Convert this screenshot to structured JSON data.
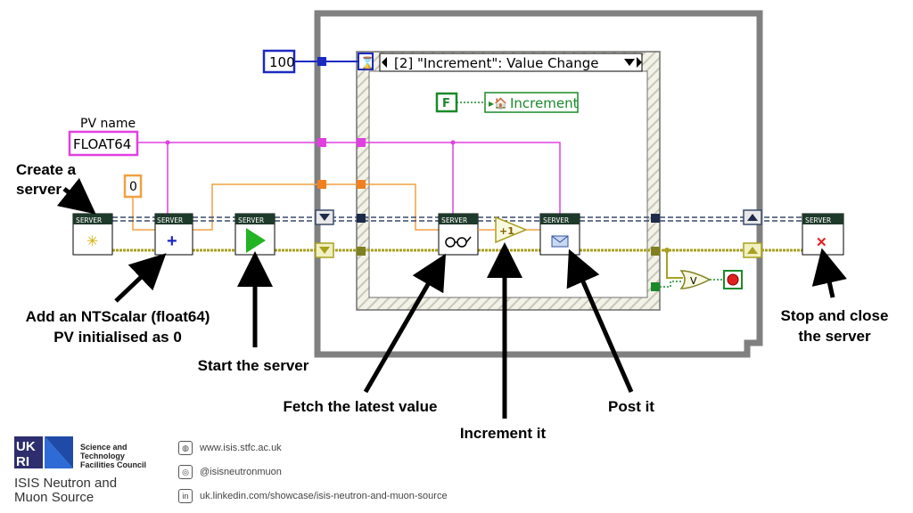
{
  "diagram": {
    "pv_name_label": "PV name",
    "pv_type_constant": "FLOAT64",
    "init_value_constant": "0",
    "timeout_constant": "100",
    "event_case_selector": "[2] \"Increment\": Value Change",
    "false_constant": "F",
    "increment_local_variable": "Increment",
    "node_label": "SERVER",
    "add_one_label": "+1",
    "or_label": "V"
  },
  "annotations": {
    "create_server": [
      "Create a",
      "server"
    ],
    "add_pv": [
      "Add an NTScalar (float64)",
      "PV initialised as 0"
    ],
    "start_server": "Start the server",
    "fetch_value": "Fetch the latest value",
    "increment": "Increment it",
    "post": "Post it",
    "stop_close": [
      "Stop and close",
      "the server"
    ]
  },
  "footer": {
    "council": [
      "Science and",
      "Technology",
      "Facilities Council"
    ],
    "org": [
      "ISIS Neutron and",
      "Muon Source"
    ],
    "website": "www.isis.stfc.ac.uk",
    "instagram": "@isisneutronmuon",
    "linkedin": "uk.linkedin.com/showcase/isis-neutron-and-muon-source"
  },
  "colors": {
    "pink_wire": "#e040e0",
    "orange_wire": "#f0a040",
    "blue_wire": "#1a2ac0",
    "server_wire": "#3a4a6a",
    "error_wire": "#a8a020",
    "green_wire": "#1a8a2a",
    "node_header": "#1e3a2a"
  },
  "icons": [
    "asterisk-icon",
    "plus-icon",
    "play-icon",
    "glasses-icon",
    "envelope-icon",
    "close-x-icon",
    "hourglass-icon",
    "stop-icon",
    "globe-icon",
    "instagram-icon",
    "linkedin-icon"
  ]
}
